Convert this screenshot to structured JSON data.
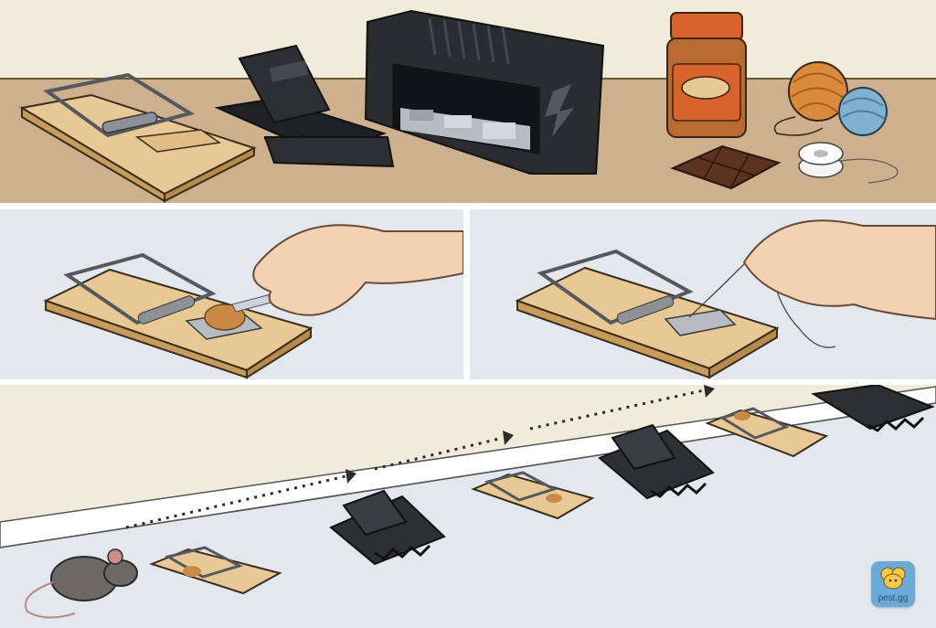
{
  "illustration": {
    "panels": [
      "setup-materials",
      "bait-trap",
      "tie-bait",
      "wall-placement"
    ]
  },
  "colors": {
    "wall": "#f0ecdb",
    "counter": "#cdb08e",
    "panel_floor": "#e3e7ee",
    "wood": "#e8c894",
    "wood_edge": "#c79b5c",
    "plastic": "#2d2f33",
    "peanut_butter": "#c98a45",
    "jar_label": "#d8642c",
    "yarn_orange": "#d98a3a",
    "yarn_blue": "#7fb2cf",
    "arrow": "#2b2b2b",
    "brand_bg": "#6aa9d8"
  },
  "brand": {
    "label": "pest.gg",
    "icon": "mouse-icon"
  }
}
